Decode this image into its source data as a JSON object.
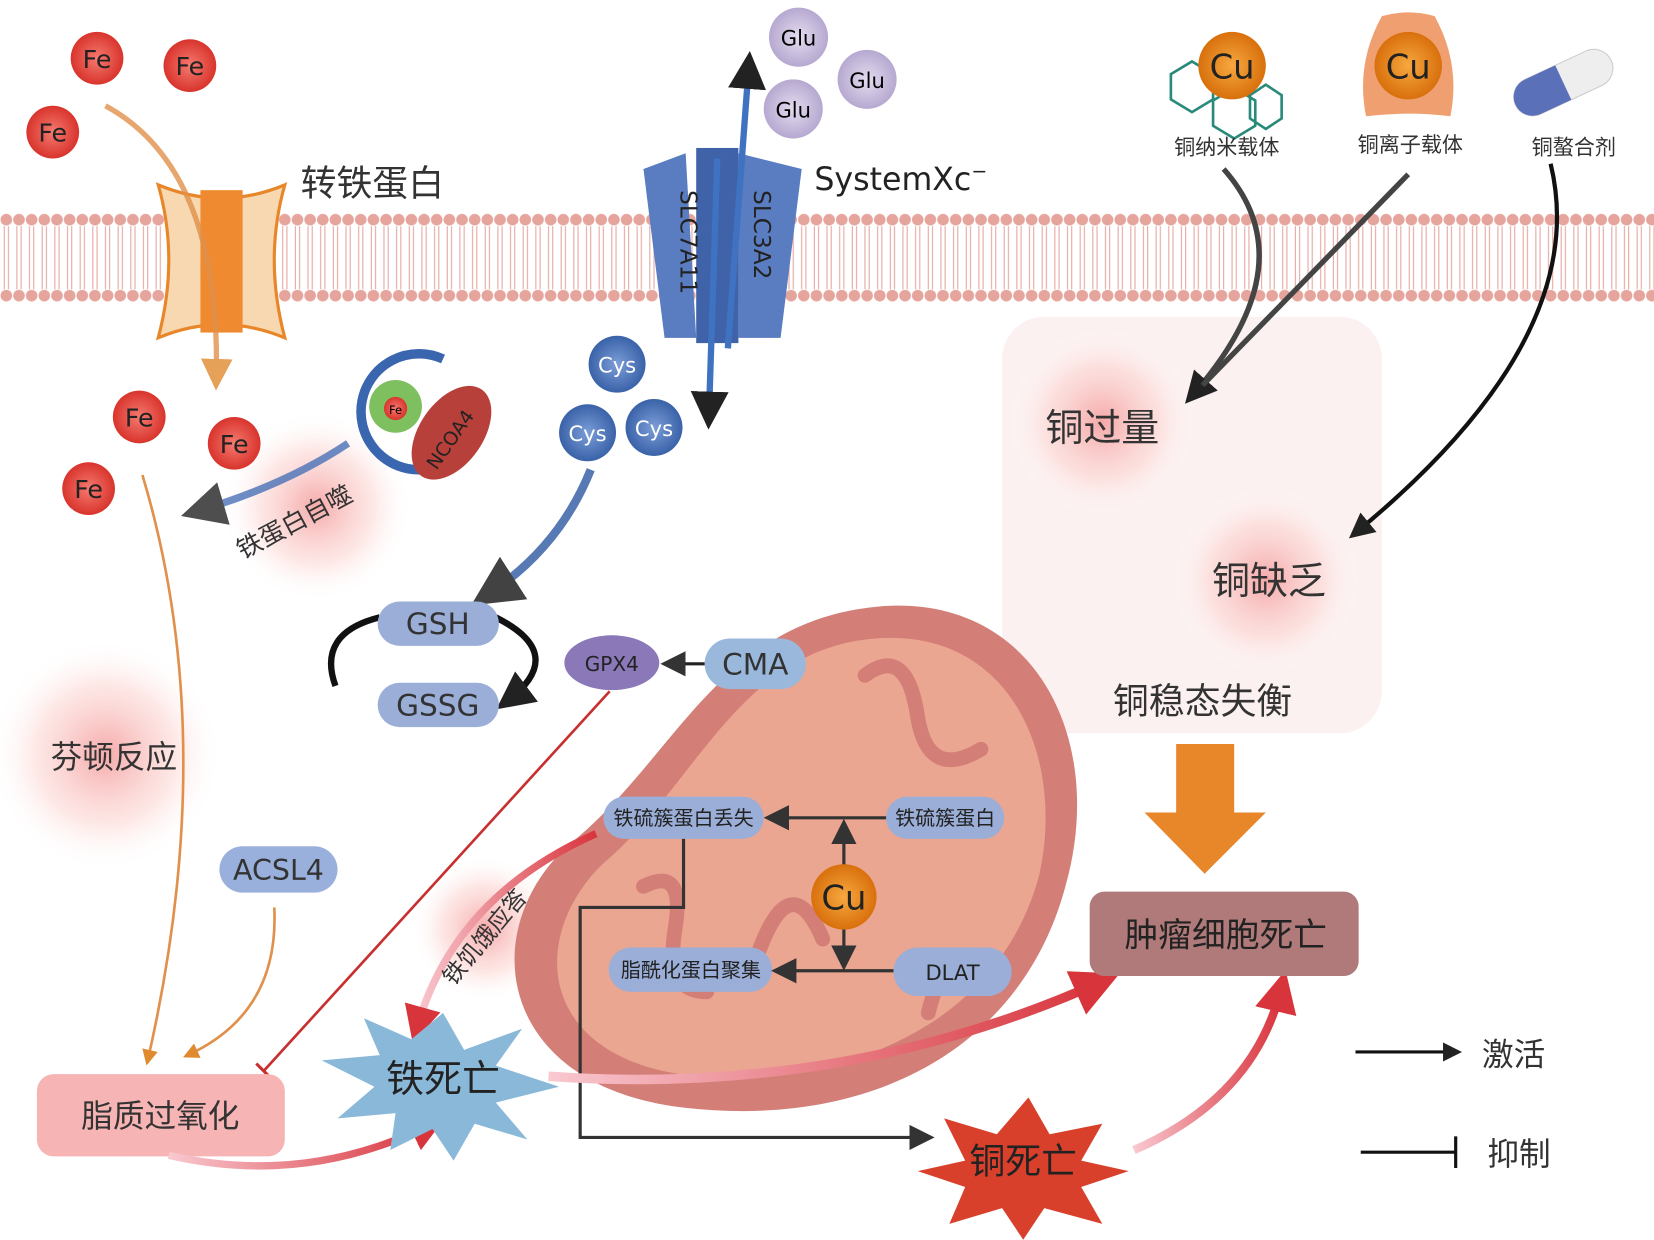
{
  "colors": {
    "membrane": "#e8a8a0",
    "iron": "#e8453c",
    "copper": "#f0901e",
    "node": "#9aaed8",
    "mito": "#d9827a",
    "tumor": "#b07a7a"
  },
  "iron": {
    "fe": "Fe",
    "transferrin": "转铁蛋白",
    "ferritinophagy": "铁蛋白自噬",
    "ncoa4": "NCOA4",
    "fenton": "芬顿反应",
    "acsl4": "ACSL4",
    "lipid_perox": "脂质过氧化",
    "ferroptosis": "铁死亡",
    "fe_small": "Fe"
  },
  "systemxc": {
    "title": "SystemXc",
    "sup": "−",
    "slc7a11": "SLC7A11",
    "slc3a2": "SLC3A2",
    "glu": "Glu",
    "cys": "Cys"
  },
  "gsh": {
    "gsh": "GSH",
    "gssg": "GSSG",
    "gpx4": "GPX4",
    "cma": "CMA"
  },
  "copper": {
    "cu": "Cu",
    "nano": "铜纳米载体",
    "ionophore": "铜离子载体",
    "chelator": "铜螯合剂",
    "overload": "铜过量",
    "deficiency": "铜缺乏",
    "imbalance": "铜稳态失衡",
    "cuproptosis": "铜死亡"
  },
  "mito": {
    "fes_loss": "铁硫簇蛋白丢失",
    "fes": "铁硫簇蛋白",
    "lipo_agg": "脂酰化蛋白聚集",
    "dlat": "DLAT",
    "starvation": "铁饥饿应答"
  },
  "tumor_death": "肿瘤细胞死亡",
  "legend": {
    "activate": "激活",
    "inhibit": "抑制"
  }
}
